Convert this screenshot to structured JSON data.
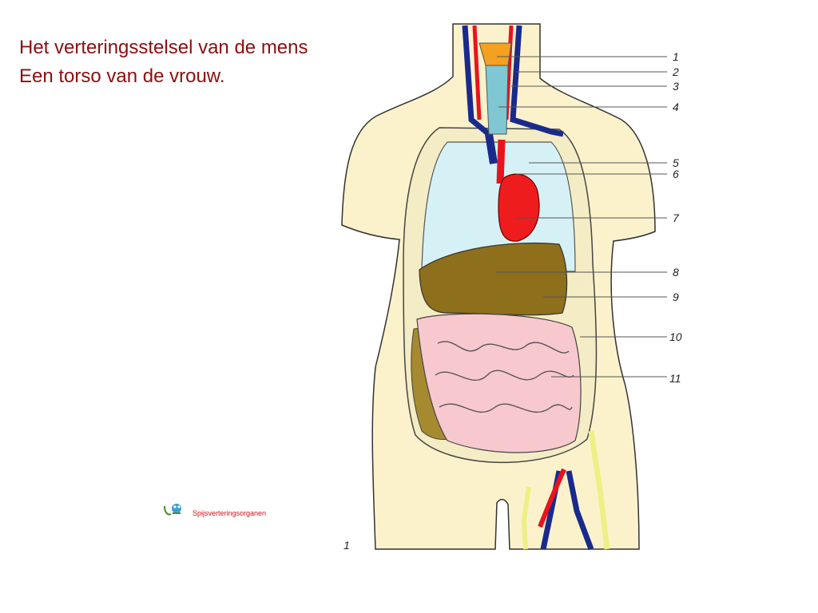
{
  "title": {
    "line1": "Het verteringsstelsel van de mens",
    "line2": "Een torso van de vrouw."
  },
  "labels": [
    "1",
    "2",
    "3",
    "4",
    "5",
    "6",
    "7",
    "8",
    "9",
    "10",
    "11"
  ],
  "figure_number": "1",
  "link": {
    "label": "Spijsverteringsorganen",
    "icon": "frog-logo-icon"
  },
  "colors": {
    "title": "#8b0f0f",
    "skin": "#fbf2cc",
    "lung": "#d6f1f6",
    "heart": "#ee1c1c",
    "liver": "#8e6f1c",
    "intestine": "#f8c8cf",
    "vein": "#1a2a8c",
    "artery": "#e8141c",
    "trachea": "#7fc7d2",
    "larynx": "#f4a020",
    "nerve": "#f0ef86",
    "link": "#d0101a"
  }
}
